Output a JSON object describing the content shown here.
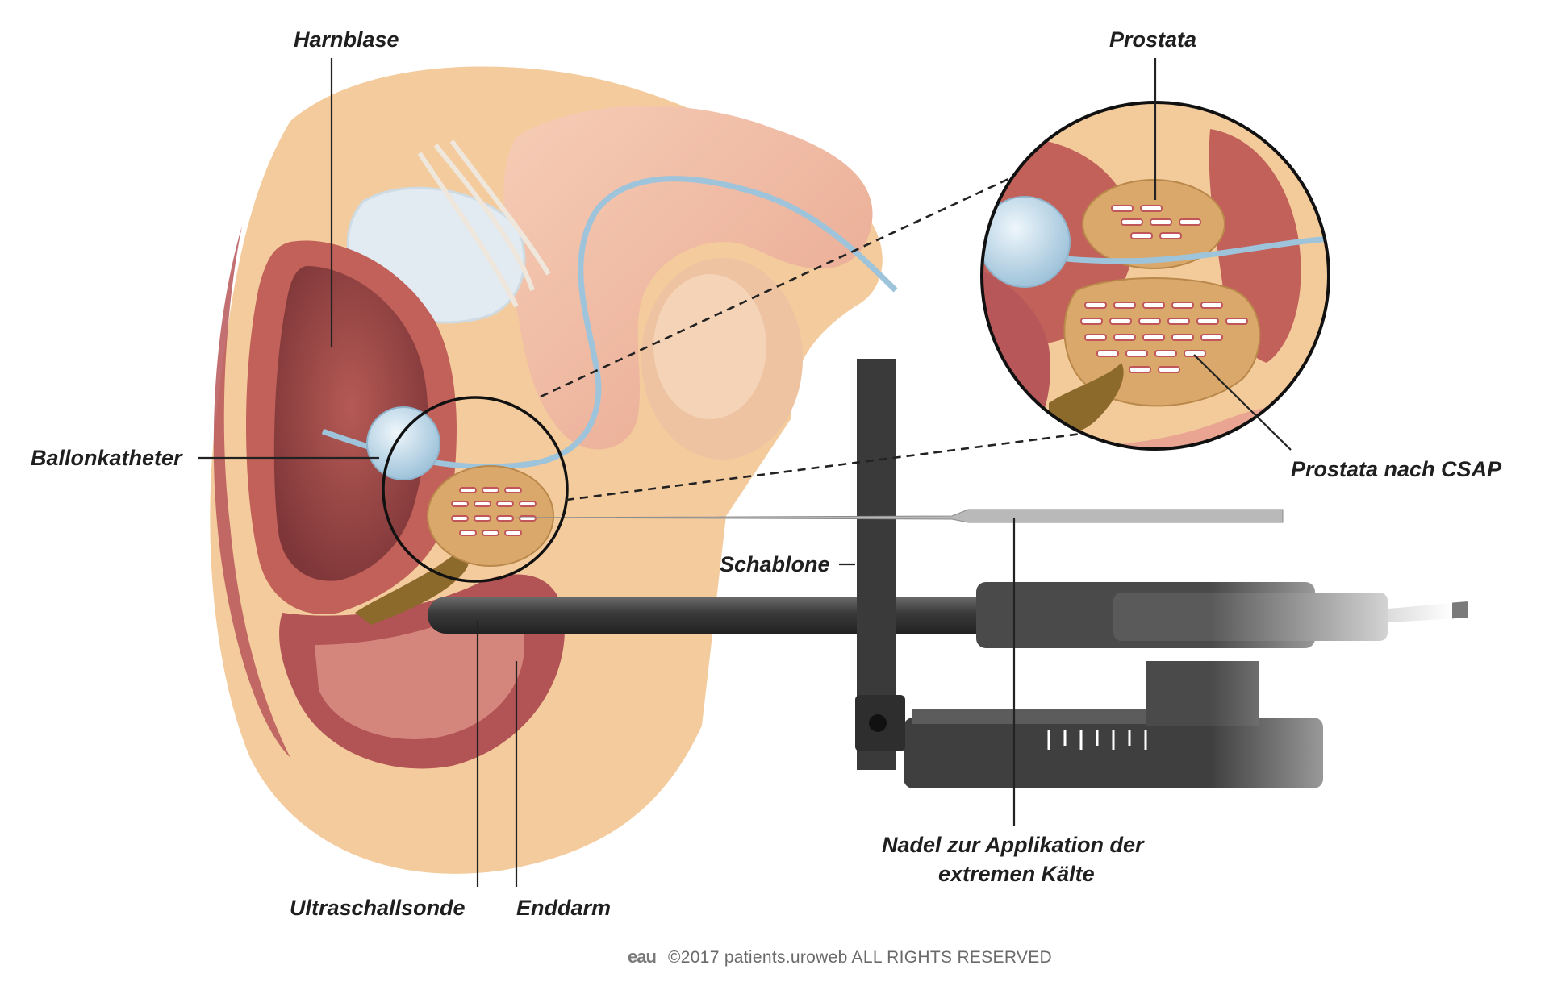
{
  "labels": {
    "harnblase": "Harnblase",
    "prostata": "Prostata",
    "ballonkatheter": "Ballonkatheter",
    "prostata_nach_csap": "Prostata nach CSAP",
    "schablone": "Schablone",
    "nadel_line1": "Nadel zur Applikation der",
    "nadel_line2": "extremen Kälte",
    "ultraschallsonde": "Ultraschallsonde",
    "enddarm": "Enddarm"
  },
  "footer": {
    "logo": "eau",
    "text": "©2017 patients.uroweb ALL RIGHTS RESERVED"
  },
  "colors": {
    "skin": "#f2c79a",
    "flesh": "#e9a592",
    "muscle": "#c2605a",
    "cavity": "#a8494a",
    "prostate": "#d9a86a",
    "catheter": "#bcd8ea",
    "instrument": "#3d3d3d"
  }
}
